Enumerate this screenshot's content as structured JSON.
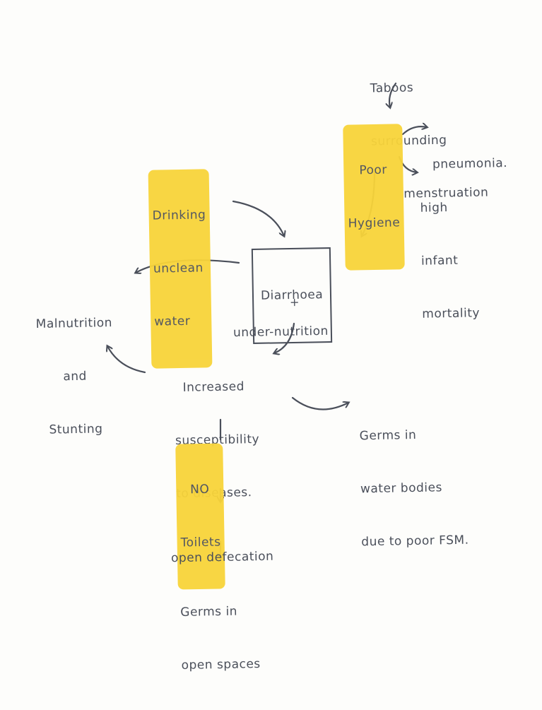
{
  "nodes": {
    "taboos": [
      "Taboos",
      "surrounding",
      "menstruation"
    ],
    "poor_hygiene": [
      "Poor",
      "Hygiene"
    ],
    "pneumonia": [
      "pneumonia."
    ],
    "infant_mortality": [
      "high",
      "infant",
      "mortality"
    ],
    "drinking_water": [
      "Drinking",
      "unclean",
      "water"
    ],
    "diarrhoea": "Diarrhoea",
    "plus": "+",
    "under_nutrition": "under-nutrition",
    "malnutrition": [
      "Malnutrition",
      "and",
      "Stunting"
    ],
    "susceptibility": [
      "Increased",
      "susceptibility",
      "to diseases."
    ],
    "germs_water": [
      "Germs in",
      "water bodies",
      "due to poor FSM."
    ],
    "no_toilets": [
      "NO",
      "Toilets"
    ],
    "open_defecation": "open defecation",
    "germs_open": [
      "Germs in",
      "open spaces"
    ]
  },
  "colors": {
    "ink": "#4a4f5a",
    "highlight": "#f8d43a",
    "paper": "#fdfdfb"
  }
}
